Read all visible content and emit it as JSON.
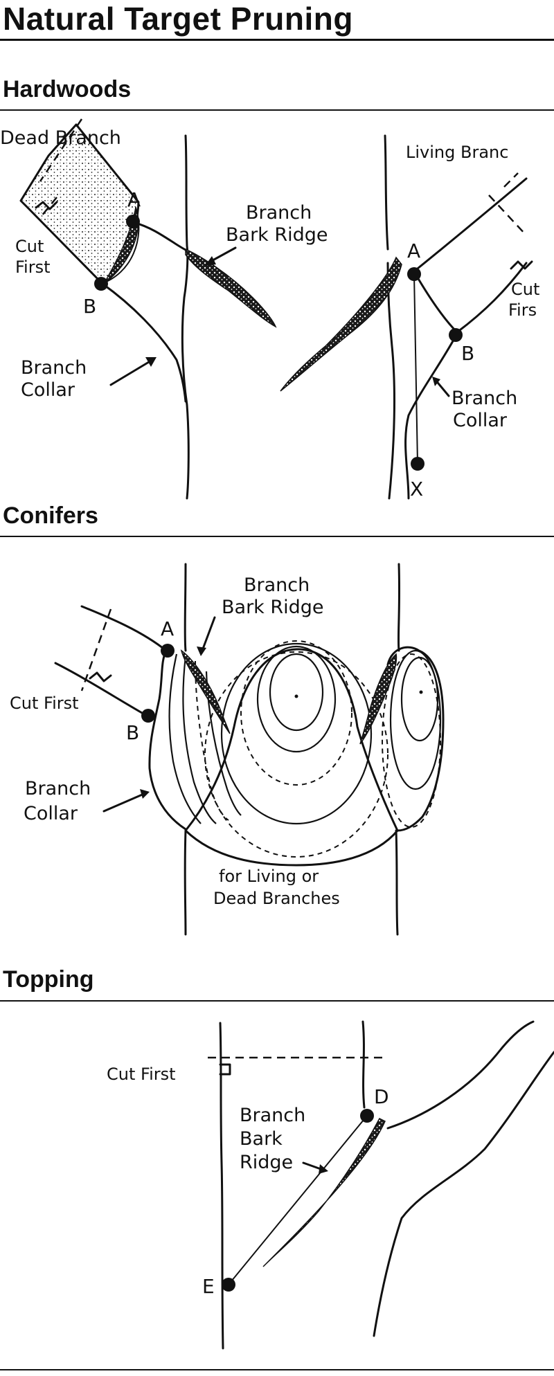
{
  "title": "Natural Target Pruning",
  "sections": {
    "hardwoods": {
      "heading": "Hardwoods",
      "labels": {
        "dead_branch": "Dead Branch",
        "living_branch": "Living Branc",
        "branch_bark_ridge_1": "Branch",
        "branch_bark_ridge_2": "Bark Ridge",
        "cut_first_left_1": "Cut",
        "cut_first_left_2": "First",
        "cut_first_right_1": "Cut",
        "cut_first_right_2": "Firs",
        "collar_left_1": "Branch",
        "collar_left_2": "Collar",
        "collar_right_1": "Branch",
        "collar_right_2": "Collar"
      },
      "points": {
        "a_left": "A",
        "b_left": "B",
        "a_right": "A",
        "b_right": "B",
        "x": "X"
      }
    },
    "conifers": {
      "heading": "Conifers",
      "labels": {
        "branch_bark_ridge_1": "Branch",
        "branch_bark_ridge_2": "Bark Ridge",
        "cut_first": "Cut First",
        "collar_1": "Branch",
        "collar_2": "Collar",
        "note_1": "for Living or",
        "note_2": "Dead Branches"
      },
      "points": {
        "a": "A",
        "b": "B"
      }
    },
    "topping": {
      "heading": "Topping",
      "labels": {
        "cut_first": "Cut First",
        "ridge_1": "Branch",
        "ridge_2": "Bark",
        "ridge_3": "Ridge"
      },
      "points": {
        "d": "D",
        "e": "E"
      }
    }
  }
}
